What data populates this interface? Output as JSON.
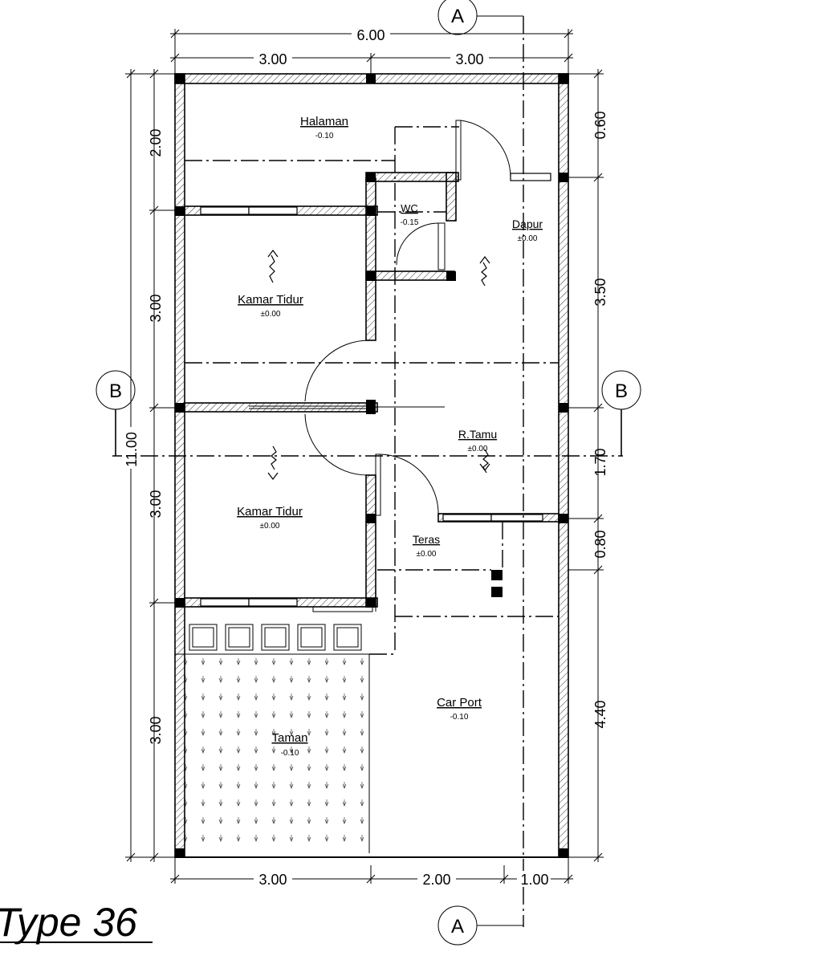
{
  "title": "Type 36",
  "section_markers": {
    "a_top": "A",
    "a_bottom": "A",
    "b_left": "B",
    "b_right": "B"
  },
  "dimensions": {
    "top_total": "6.00",
    "top_left": "3.00",
    "top_right": "3.00",
    "left_1": "2.00",
    "left_2": "3.00",
    "left_3": "3.00",
    "left_4": "3.00",
    "left_total": "11.00",
    "right_1": "0.60",
    "right_2": "3.50",
    "right_3": "1.70",
    "right_4": "0.80",
    "right_5": "4.40",
    "bottom_1": "3.00",
    "bottom_2": "2.00",
    "bottom_3": "1.00"
  },
  "rooms": {
    "halaman": {
      "name": "Halaman",
      "level": "-0.10"
    },
    "wc": {
      "name": "WC",
      "level": "-0.15"
    },
    "dapur": {
      "name": "Dapur",
      "level": "±0.00"
    },
    "kamar_tidur_1": {
      "name": "Kamar Tidur",
      "level": "±0.00"
    },
    "kamar_tidur_2": {
      "name": "Kamar Tidur",
      "level": "±0.00"
    },
    "r_tamu": {
      "name": "R.Tamu",
      "level": "±0.00"
    },
    "teras": {
      "name": "Teras",
      "level": "±0.00"
    },
    "car_port": {
      "name": "Car Port",
      "level": "-0.10"
    },
    "taman": {
      "name": "Taman",
      "level": "-0.10"
    }
  }
}
